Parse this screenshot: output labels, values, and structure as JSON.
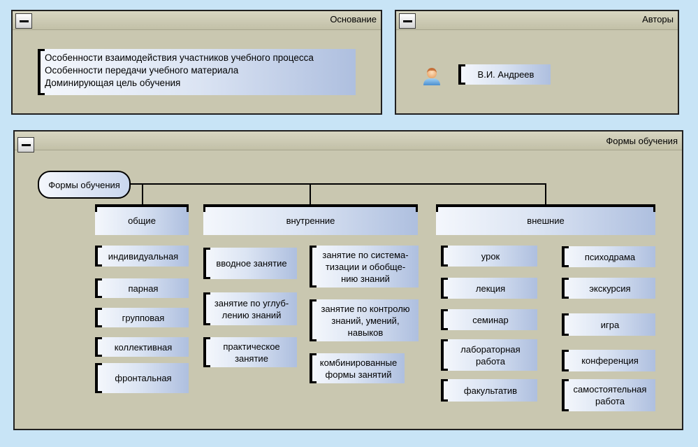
{
  "osnovanie": {
    "title": "Основание",
    "items": [
      "Особенности взаимодействия участников учебного процесса",
      "Особенности передачи учебного материала",
      "Доминирующая цель обучения"
    ]
  },
  "avtory": {
    "title": "Авторы",
    "author": "В.И. Андреев",
    "icon": "user-icon"
  },
  "formy": {
    "title": "Формы обучения",
    "root": "Формы обучения",
    "categories": [
      {
        "label": "общие",
        "items": [
          "индивидуальная",
          "парная",
          "групповая",
          "коллективная",
          "фронтальная"
        ]
      },
      {
        "label": "внутренние",
        "items": [
          "вводное занятие",
          "занятие по углуб-\nлению знаний",
          "практическое\nзанятие",
          "занятие по система-\nтизации и обобще-\nнию знаний",
          "занятие по контролю\nзнаний, умений,\nнавыков",
          "комбинированные\nформы занятий"
        ]
      },
      {
        "label": "внешние",
        "items": [
          "урок",
          "лекция",
          "семинар",
          "лабораторная\nработа",
          "факультатив",
          "психодрама",
          "экскурсия",
          "игра",
          "конференция",
          "самостоятельная\nработа"
        ]
      }
    ]
  },
  "colors": {
    "background": "#c8e4f6",
    "panel": "#c9c7b0",
    "box_light": "#f4f7fc",
    "box_dark": "#aebfdf"
  }
}
